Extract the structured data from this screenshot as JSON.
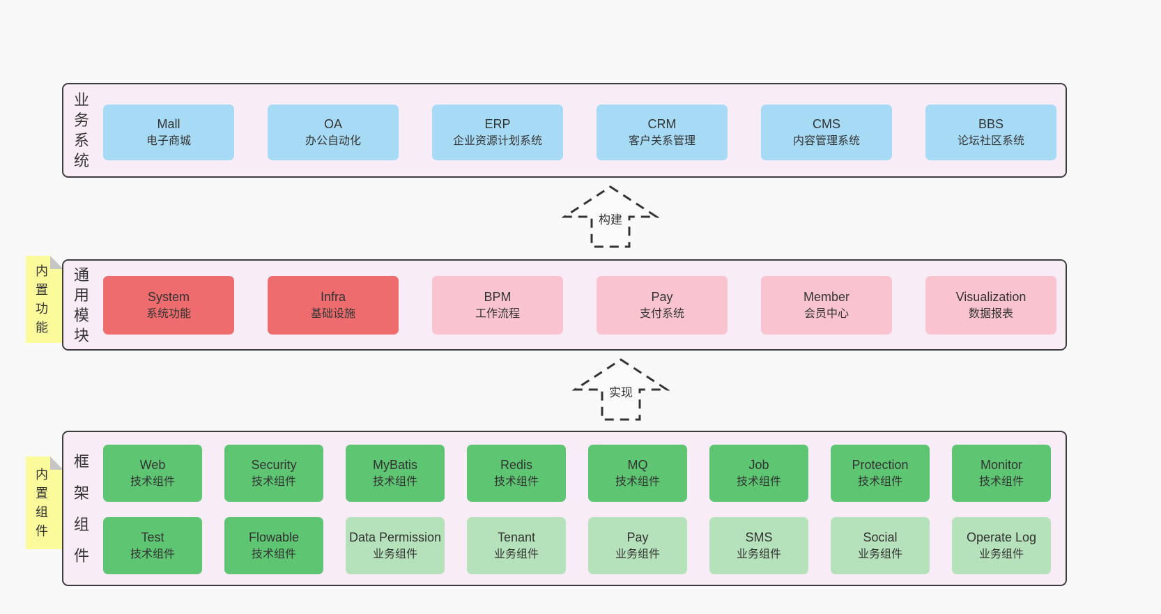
{
  "colors": {
    "page_bg": "#f8f8f8",
    "container_bg": "#f8edf6",
    "container_border": "#3c3c3c",
    "blue_box": "#a7dbf5",
    "red_box": "#ee6c6e",
    "pink_box": "#f9c4cf",
    "green_dark_box": "#5ec573",
    "green_light_box": "#b6e2bb",
    "sticky_bg": "#fbfb9b"
  },
  "layers": {
    "business": {
      "label": "业务系统",
      "items": [
        {
          "name": "Mall",
          "desc": "电子商城"
        },
        {
          "name": "OA",
          "desc": "办公自动化"
        },
        {
          "name": "ERP",
          "desc": "企业资源计划系统"
        },
        {
          "name": "CRM",
          "desc": "客户关系管理"
        },
        {
          "name": "CMS",
          "desc": "内容管理系统"
        },
        {
          "name": "BBS",
          "desc": "论坛社区系统"
        }
      ]
    },
    "modules": {
      "label": "通用模块",
      "sticky": "内置功能",
      "items": [
        {
          "name": "System",
          "desc": "系统功能"
        },
        {
          "name": "Infra",
          "desc": "基础设施"
        },
        {
          "name": "BPM",
          "desc": "工作流程"
        },
        {
          "name": "Pay",
          "desc": "支付系统"
        },
        {
          "name": "Member",
          "desc": "会员中心"
        },
        {
          "name": "Visualization",
          "desc": "数据报表"
        }
      ]
    },
    "components": {
      "label": "框架组件",
      "sticky": "内置组件",
      "row1": [
        {
          "name": "Web",
          "desc": "技术组件"
        },
        {
          "name": "Security",
          "desc": "技术组件"
        },
        {
          "name": "MyBatis",
          "desc": "技术组件"
        },
        {
          "name": "Redis",
          "desc": "技术组件"
        },
        {
          "name": "MQ",
          "desc": "技术组件"
        },
        {
          "name": "Job",
          "desc": "技术组件"
        },
        {
          "name": "Protection",
          "desc": "技术组件"
        },
        {
          "name": "Monitor",
          "desc": "技术组件"
        }
      ],
      "row2": [
        {
          "name": "Test",
          "desc": "技术组件"
        },
        {
          "name": "Flowable",
          "desc": "技术组件"
        },
        {
          "name": "Data Permission",
          "desc": "业务组件"
        },
        {
          "name": "Tenant",
          "desc": "业务组件"
        },
        {
          "name": "Pay",
          "desc": "业务组件"
        },
        {
          "name": "SMS",
          "desc": "业务组件"
        },
        {
          "name": "Social",
          "desc": "业务组件"
        },
        {
          "name": "Operate Log",
          "desc": "业务组件"
        }
      ]
    }
  },
  "arrows": {
    "build": "构建",
    "implement": "实现"
  }
}
